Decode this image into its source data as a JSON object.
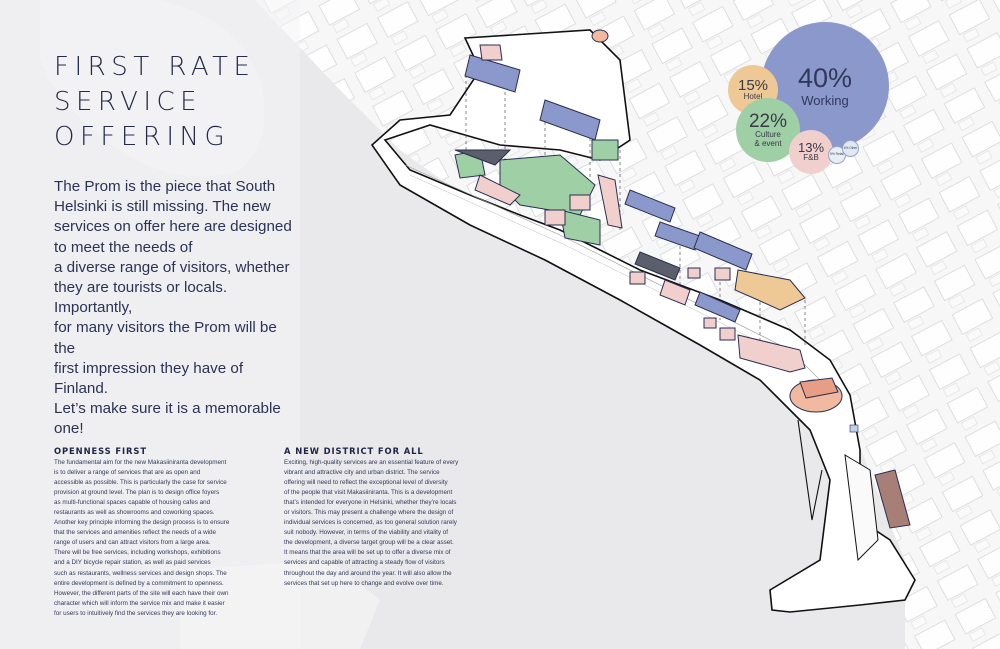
{
  "title_lines": [
    "FIRST RATE",
    "SERVICE",
    "OFFERING"
  ],
  "lead_lines": [
    "The Prom is the piece that South",
    "Helsinki is still missing. The new",
    "services on offer here are designed",
    "to meet the needs of",
    "a diverse range of visitors, whether",
    "they are tourists or locals. Importantly,",
    "for many visitors the Prom will be the",
    "first impression they have of Finland.",
    "Let’s make sure it is a memorable",
    "one!"
  ],
  "openness": {
    "heading": "OPENNESS FIRST",
    "lines": [
      "The fundamental aim for the new Makasiiniranta development",
      "is to deliver a range of services that are as open and",
      "accessible as possible. This is particularly the case for service",
      "provision at ground level. The plan is to design office foyers",
      "as multi-functional spaces capable of housing cafes and",
      "restaurants as well as showrooms and coworking spaces.",
      "Another key principle informing the design process is to ensure",
      "that the services and amenities reflect the needs of a wide",
      "range of users and can attract visitors from a large area.",
      "There will be free services, including workshops, exhibitions",
      "and a DIY bicycle repair station, as well as paid services",
      "such as restaurants, wellness services and design shops. The",
      "entire development is defined by a commitment to openness.",
      "However, the different parts of the site will each have their own",
      "character which will inform the service mix and make it easier",
      "for users to intuitively find the services they are looking for."
    ]
  },
  "district": {
    "heading": "A NEW DISTRICT FOR ALL",
    "lines": [
      "Exciting, high-quality services are an essential feature of every",
      "vibrant and attractive city and urban district. The service",
      "offering will need to reflect the exceptional level of diversity",
      "of the people that visit Makasiiniranta. This is a development",
      "that’s intended for everyone in Helsinki, whether they’re locals",
      "or visitors. This may present a challenge where the design of",
      "individual services is concerned, as too general solution rarely",
      "suit nobody. However, in terms of the viability and vitality of",
      "the development, a diverse target group will be a clear asset.",
      "It means that the area will be set up to offer a diverse mix of",
      "services and capable of attracting a steady flow of visitors",
      "throughout the day and around the year. It will also allow the",
      "services that set up here to change and evolve over time."
    ]
  },
  "service_mix": {
    "working": {
      "pct": "40%",
      "label": "Working",
      "color": "#8b98cb"
    },
    "hotel": {
      "pct": "15%",
      "label": "Hotel",
      "color": "#efc995"
    },
    "culture": {
      "pct": "22%",
      "label_lines": [
        "Culture",
        "& event"
      ],
      "color": "#9fcfa4"
    },
    "fb": {
      "pct": "13%",
      "label": "F&B",
      "color": "#f1cfcd"
    },
    "retail": {
      "label": "5% Retail"
    },
    "other": {
      "label": "4% Other"
    }
  }
}
